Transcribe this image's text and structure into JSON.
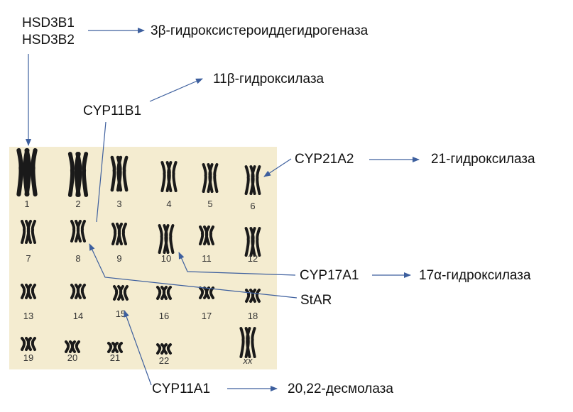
{
  "genes": {
    "hsd3b1": "HSD3B1",
    "hsd3b2": "HSD3B2",
    "cyp11b1": "CYP11B1",
    "cyp21a2": "CYP21A2",
    "cyp17a1": "CYP17A1",
    "star": "StAR",
    "cyp11a1": "CYP11A1"
  },
  "enzymes": {
    "hsd3b": "3β-гидроксистероиддегидрогеназа",
    "cyp11b1": "11β-гидроксилаза",
    "cyp21a2": "21-гидроксилаза",
    "cyp17a1": "17α-гидроксилаза",
    "cyp11a1": "20,22-десмолаза"
  },
  "chromosomes": [
    "1",
    "2",
    "3",
    "4",
    "5",
    "6",
    "7",
    "8",
    "9",
    "10",
    "11",
    "12",
    "13",
    "14",
    "15",
    "16",
    "17",
    "18",
    "19",
    "20",
    "21",
    "22",
    "xx"
  ],
  "colors": {
    "arrow": "#3d5f9e",
    "panel": "#f4ecd0",
    "chromosome": "#1a1a1a"
  }
}
